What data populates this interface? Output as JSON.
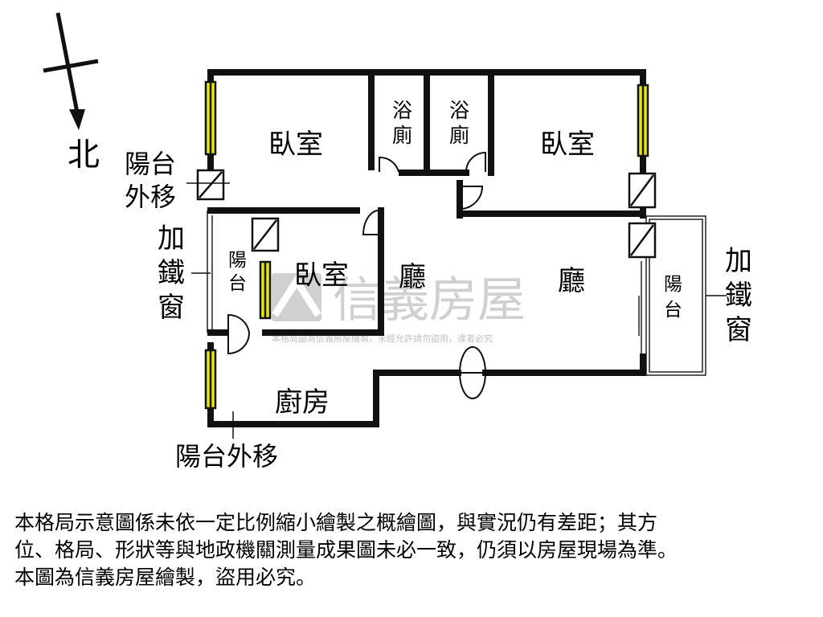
{
  "compass": {
    "label": "北"
  },
  "rooms": {
    "bedroom_top_left": "臥室",
    "bath_1_line1": "浴",
    "bath_1_line2": "廁",
    "bath_2_line1": "浴",
    "bath_2_line2": "廁",
    "bedroom_top_right": "臥室",
    "bedroom_middle": "臥室",
    "living_left": "廳",
    "living_right": "廳",
    "balcony_left_line1": "陽",
    "balcony_left_line2": "台",
    "balcony_right_line1": "陽",
    "balcony_right_line2": "台",
    "kitchen": "廚房"
  },
  "annotations": {
    "balcony_shift_top_line1": "陽台",
    "balcony_shift_top_line2": "外移",
    "iron_window_left_1": "加",
    "iron_window_left_2": "鐵",
    "iron_window_left_3": "窗",
    "iron_window_right_1": "加",
    "iron_window_right_2": "鐵",
    "iron_window_right_3": "窗",
    "balcony_shift_bottom": "陽台外移"
  },
  "watermark": {
    "brand": "信義房屋",
    "notice": "本格局圖為信義房屋繪製，未經允許請勿盜用，違者必究"
  },
  "disclaimer": {
    "line1": "本格局示意圖係未依一定比例縮小繪製之概繪圖，與實況仍有差距；其方",
    "line2": "位、格局、形狀等與地政機關測量成果圖未必一致，仍須以房屋現場為準。",
    "line3": "本圖為信義房屋繪製，盜用必究。"
  },
  "colors": {
    "wall": "#111111",
    "window_fill": "#e8e800",
    "watermark": "#c8c8c8"
  }
}
